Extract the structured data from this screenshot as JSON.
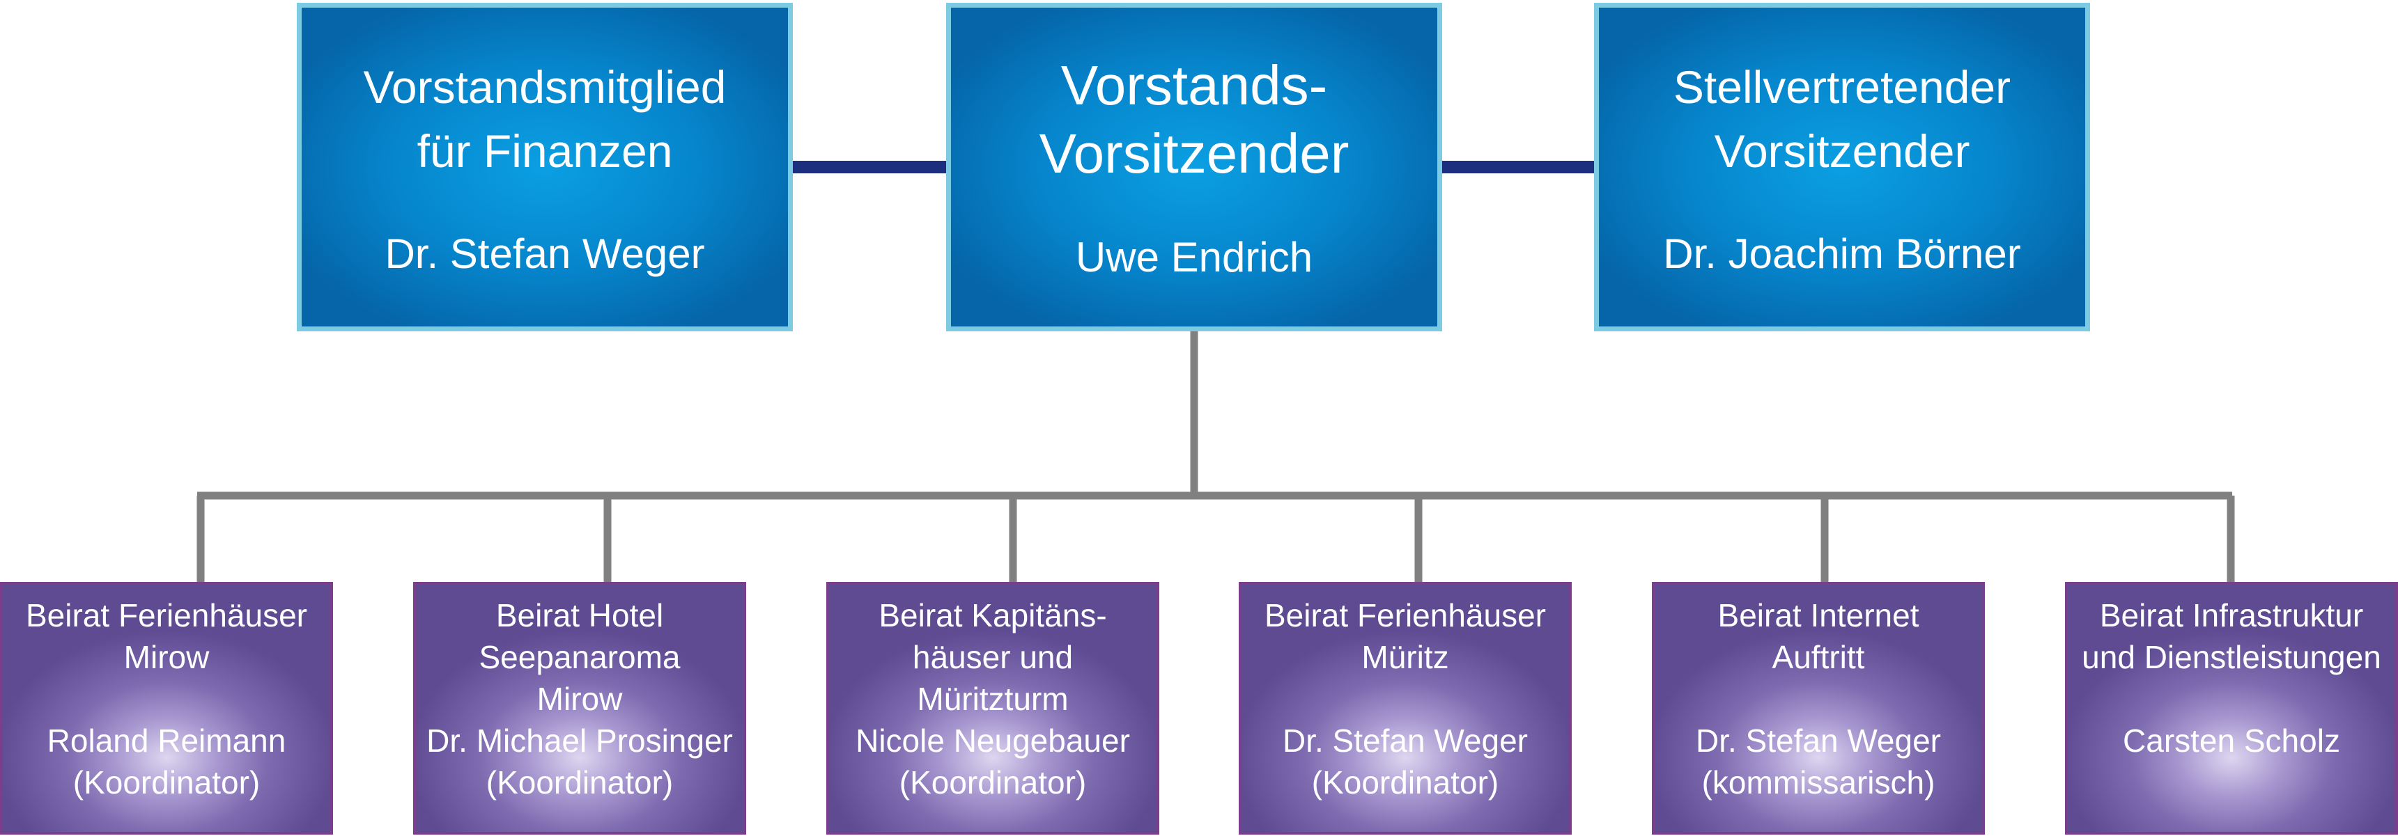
{
  "colors": {
    "top_fill": "#0685cc",
    "top_border": "#7ccbe3",
    "bottom_fill": "#6e5aa3",
    "bottom_border": "#7b3e8c",
    "top_connector": "#1b2f7e",
    "tree_connector": "#808080",
    "text": "#ffffff"
  },
  "board": {
    "left": {
      "title_lines": [
        "Vorstandsmitglied",
        "für Finanzen"
      ],
      "name": "Dr. Stefan Weger"
    },
    "center": {
      "title_lines": [
        "Vorstands-",
        "Vorsitzender"
      ],
      "name": "Uwe Endrich"
    },
    "right": {
      "title_lines": [
        "Stellvertretender",
        "Vorsitzender"
      ],
      "name": "Dr. Joachim Börner"
    }
  },
  "advisory_boards": [
    {
      "title_lines": [
        "Beirat Ferienhäuser",
        "Mirow"
      ],
      "name": "Roland Reimann",
      "role": "(Koordinator)"
    },
    {
      "title_lines": [
        "Beirat Hotel",
        "Seepanaroma",
        "Mirow"
      ],
      "name": "Dr. Michael Prosinger",
      "role": "(Koordinator)"
    },
    {
      "title_lines": [
        "Beirat Kapitäns-",
        "häuser und",
        "Müritzturm"
      ],
      "name": "Nicole Neugebauer",
      "role": "(Koordinator)"
    },
    {
      "title_lines": [
        "Beirat Ferienhäuser",
        "Müritz"
      ],
      "name": "Dr. Stefan Weger",
      "role": "(Koordinator)"
    },
    {
      "title_lines": [
        "Beirat Internet",
        "Auftritt"
      ],
      "name": "Dr. Stefan Weger",
      "role": "(kommissarisch)"
    },
    {
      "title_lines": [
        "Beirat Infrastruktur",
        "und Dienstleistungen"
      ],
      "name": "Carsten Scholz",
      "role": ""
    }
  ]
}
